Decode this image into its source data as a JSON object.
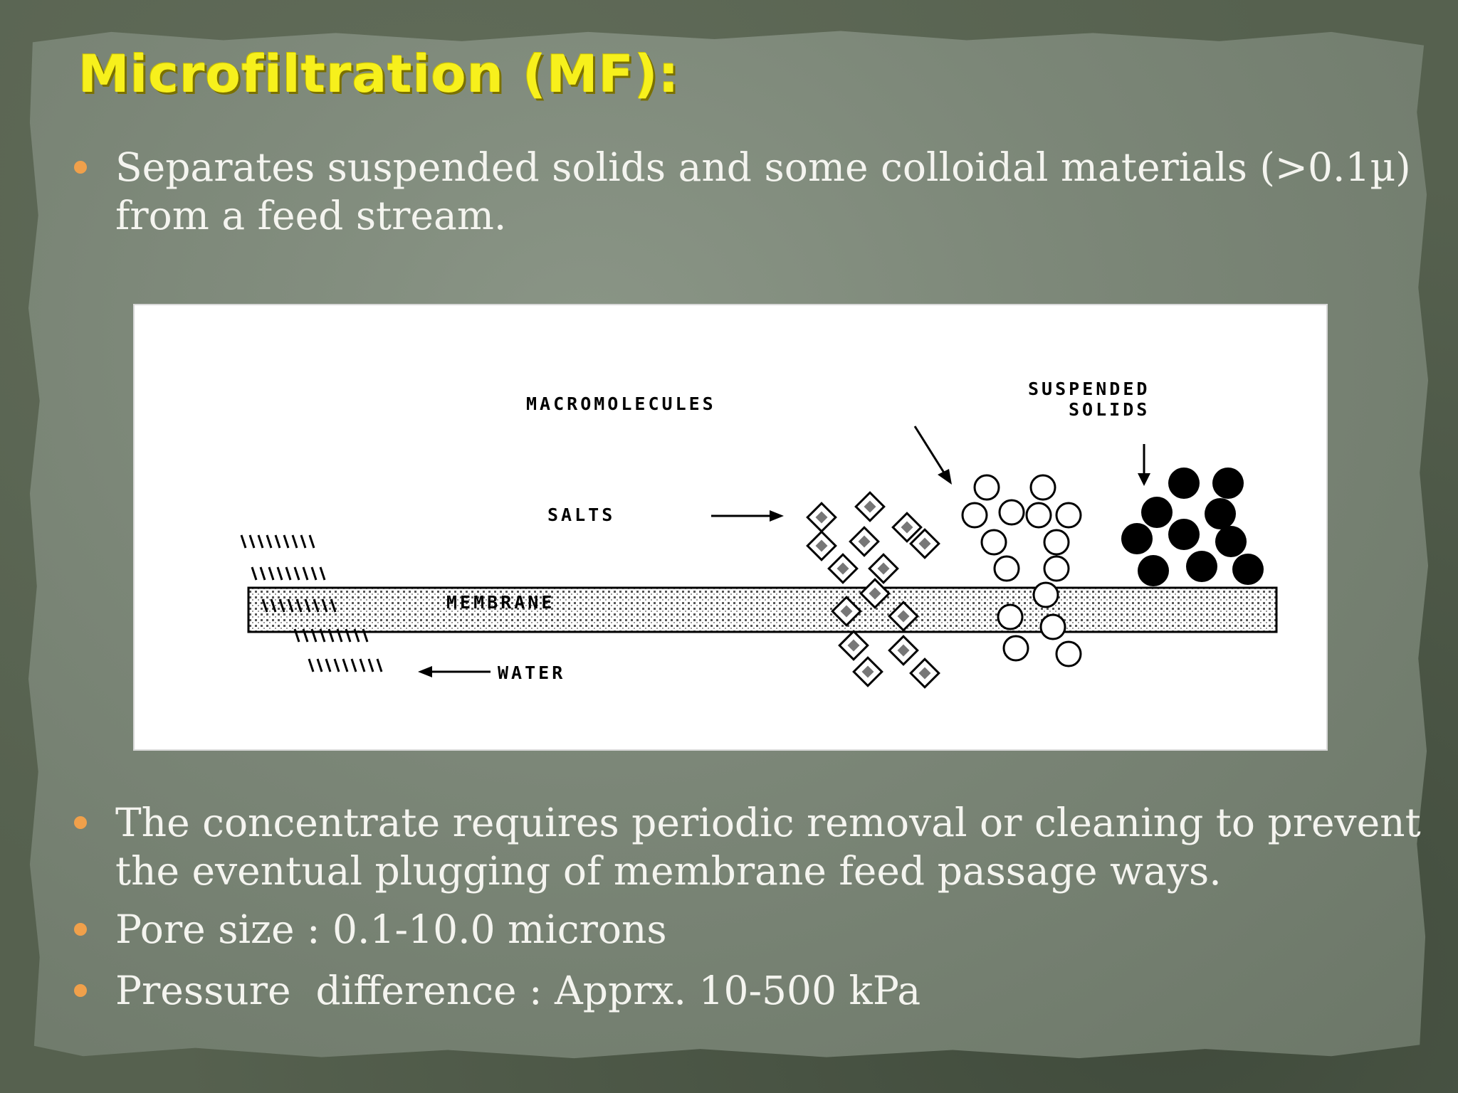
{
  "slide": {
    "title": "Microfiltration (MF):",
    "bullets": [
      "Separates suspended solids and some colloidal materials (>0.1µ) from a feed stream.",
      "The concentrate requires periodic removal or cleaning to prevent the eventual plugging of membrane feed passage ways.",
      "Pore size : 0.1-10.0 microns",
      "Pressure  difference : Apprx. 10-500 kPa"
    ]
  },
  "diagram": {
    "labels": {
      "macromolecules": "MACROMOLECULES",
      "suspended_line1": "SUSPENDED",
      "suspended_line2": "SOLIDS",
      "salts": "SALTS",
      "membrane": "MEMBRANE",
      "water": "WATER"
    }
  },
  "colors": {
    "title": "#f7f01c",
    "bullet_dot": "#f0a04b",
    "text": "#f4f4ef"
  }
}
